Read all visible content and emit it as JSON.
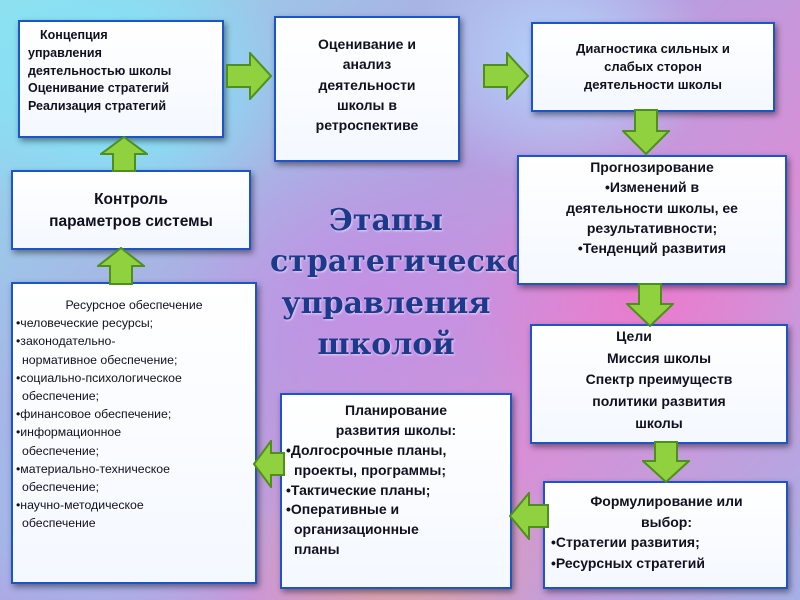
{
  "diagram": {
    "title": [
      "Этапы",
      "стратегического",
      "управления",
      "школой"
    ],
    "boxes": {
      "concept": [
        "Концепция",
        "управления",
        "деятельностью школы",
        "Оценивание стратегий",
        "Реализация стратегий"
      ],
      "assessment": [
        "Оценивание и",
        "анализ",
        "деятельности",
        "школы в",
        "ретроспективе"
      ],
      "diagnostics": [
        "Диагностика сильных и",
        "слабых сторон",
        "деятельности школы"
      ],
      "forecasting": [
        "Прогнозирование",
        "•Изменений в",
        "деятельности школы, ее",
        "результативности;",
        "•Тенденций развития"
      ],
      "goals": [
        "Цели",
        "Миссия школы",
        "Спектр преимуществ",
        "политики развития",
        "школы"
      ],
      "formulation": [
        "Формулирование или",
        "выбор:",
        "•Стратегии развития;",
        "•Ресурсных стратегий"
      ],
      "planning": [
        "Планирование",
        "развития школы:",
        "•Долгосрочные планы,",
        "проекты, программы;",
        "•Тактические планы;",
        "•Оперативные и",
        "организационные",
        "планы"
      ],
      "resources": [
        "Ресурсное обеспечение",
        "•человеческие ресурсы;",
        "•законодательно-",
        "нормативное обеспечение;",
        "•социально-психологическое",
        "обеспечение;",
        "•финансовое обеспечение;",
        "•информационное",
        "обеспечение;",
        "•материально-техническое",
        "обеспечение;",
        "•научно-методическое",
        "обеспечение"
      ],
      "control": [
        "Контроль",
        "параметров системы"
      ]
    },
    "colors": {
      "box_border": "#1d55c8",
      "arrow_fill": "#8fd13f",
      "arrow_stroke": "#4f8f1b",
      "title": "#1b3a8c"
    }
  }
}
